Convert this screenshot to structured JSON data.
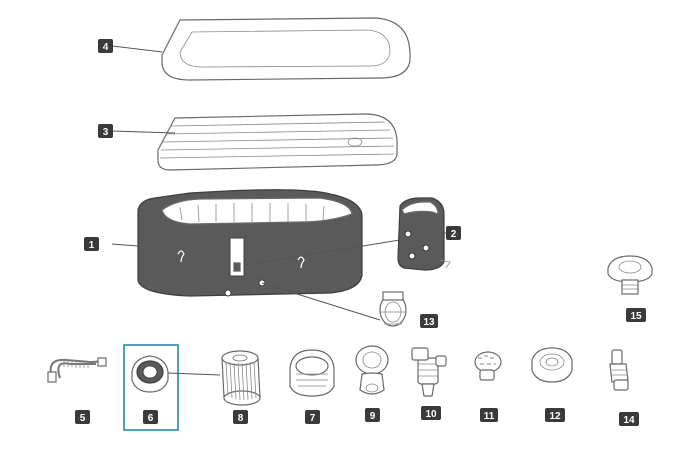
{
  "labels": {
    "spa_body": "1",
    "pump": "2",
    "inflatable_lid": "3",
    "lid_cover": "4",
    "hose": "5",
    "valve_cap": "6",
    "filter_cartridge": "8",
    "filter_housing": "7",
    "connector_9": "9",
    "connector_10": "10",
    "strainer": "11",
    "fitting_12": "12",
    "adapter_13": "13",
    "valve_14": "14",
    "plug_15": "15"
  },
  "highlight": {
    "part": "6",
    "color": "#2a8aa8"
  }
}
